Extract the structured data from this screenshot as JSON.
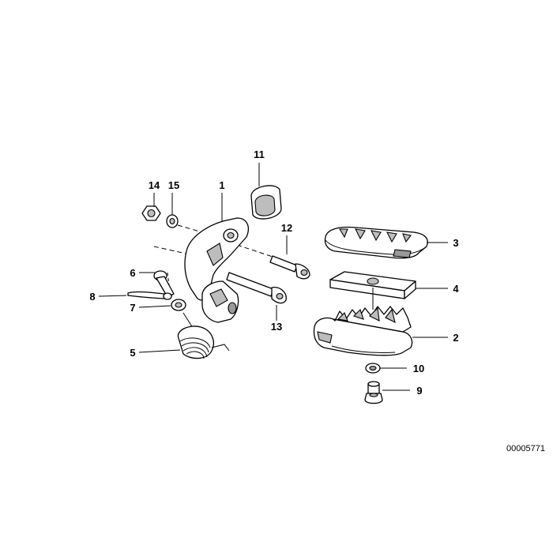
{
  "diagram": {
    "drawing_number": "00005771",
    "callouts": [
      "1",
      "2",
      "3",
      "4",
      "5",
      "6",
      "7",
      "8",
      "9",
      "10",
      "11",
      "12",
      "13",
      "14",
      "15"
    ]
  }
}
